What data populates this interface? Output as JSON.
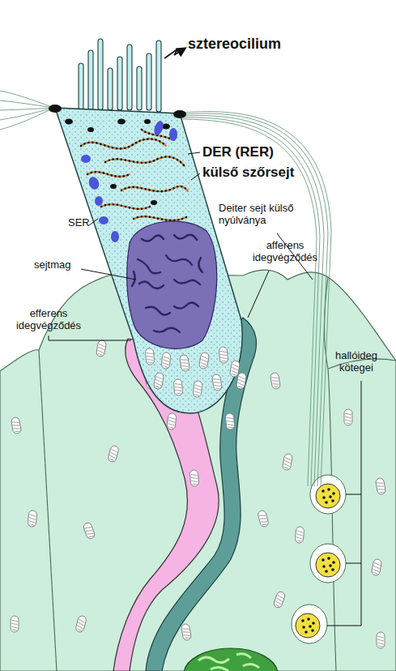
{
  "diagram": {
    "labels": [
      "sztereocilium",
      "DER (RER)",
      "külső szőrsejt",
      "SER",
      "Deiter sejt külső nyúlványa",
      "sejtmag",
      "afferens idegvégződés",
      "efferens idegvégződés",
      "hallóideg kötegei"
    ]
  }
}
